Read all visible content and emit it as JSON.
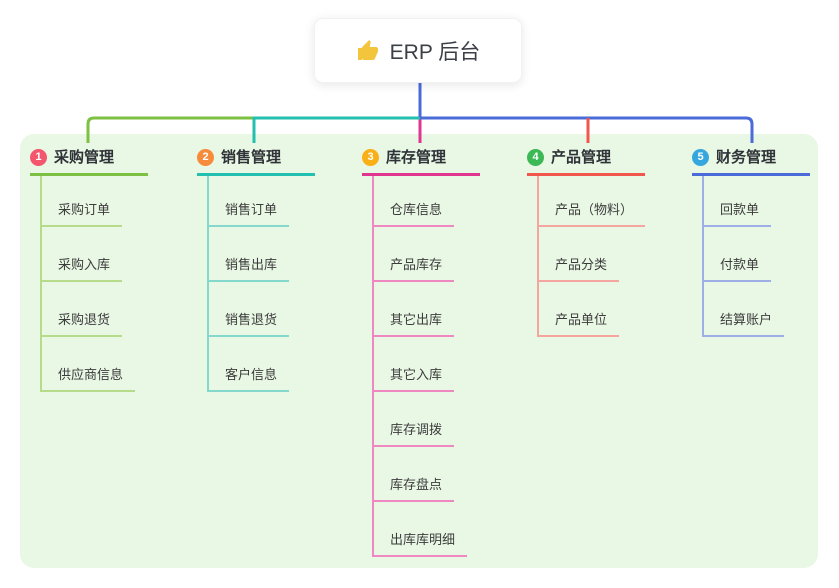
{
  "root": {
    "title": "ERP 后台",
    "icon": "thumbs-up-icon",
    "icon_color": "#f2c53d",
    "connector_color": "#4a6bd8",
    "background": "#ffffff"
  },
  "panel": {
    "background": "#e9f7e5"
  },
  "branches": [
    {
      "number": "1",
      "title": "采购管理",
      "badge_color": "#f4566e",
      "line_color": "#7dc142",
      "sub_line_color": "#b5db8b",
      "items": [
        "采购订单",
        "采购入库",
        "采购退货",
        "供应商信息"
      ]
    },
    {
      "number": "2",
      "title": "销售管理",
      "badge_color": "#f68b3b",
      "line_color": "#23c0af",
      "sub_line_color": "#85d9cc",
      "items": [
        "销售订单",
        "销售出库",
        "销售退货",
        "客户信息"
      ]
    },
    {
      "number": "3",
      "title": "库存管理",
      "badge_color": "#f9b017",
      "line_color": "#e0368f",
      "sub_line_color": "#ef87c0",
      "items": [
        "仓库信息",
        "产品库存",
        "其它出库",
        "其它入库",
        "库存调拨",
        "库存盘点",
        "出库库明细"
      ]
    },
    {
      "number": "4",
      "title": "产品管理",
      "badge_color": "#3cb954",
      "line_color": "#f2574e",
      "sub_line_color": "#f5a5a0",
      "items": [
        "产品（物料）",
        "产品分类",
        "产品单位"
      ]
    },
    {
      "number": "5",
      "title": "财务管理",
      "badge_color": "#36a7dd",
      "line_color": "#4a6bd8",
      "sub_line_color": "#9dafe6",
      "items": [
        "回款单",
        "付款单",
        "结算账户"
      ]
    }
  ]
}
